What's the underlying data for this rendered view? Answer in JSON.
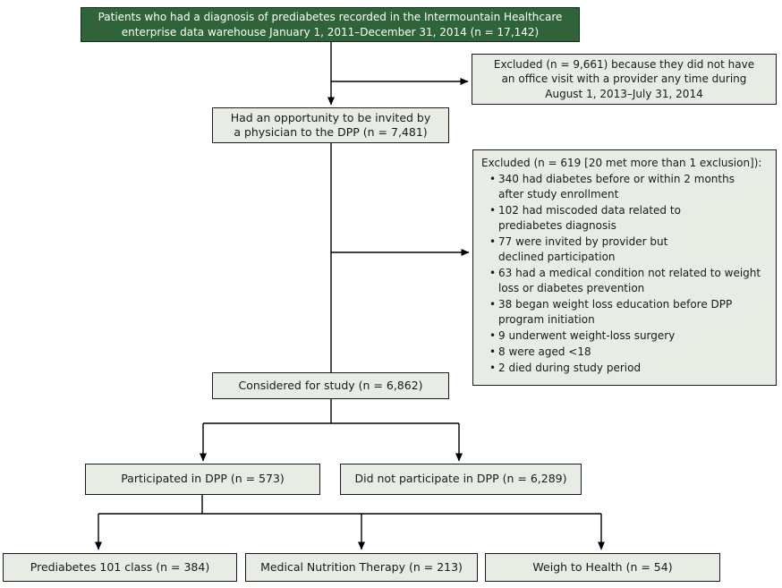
{
  "colors": {
    "source_box_bg": "#2e6438",
    "source_box_text": "#ffffff",
    "box_bg": "#e7ece4",
    "box_border": "#1a1a1a",
    "connector_line": "#000000"
  },
  "boxes": {
    "source": {
      "text": "Patients who had a diagnosis of prediabetes recorded in the Intermountain Healthcare\nenterprise data warehouse January 1, 2011–December 31, 2014 (n = 17,142)"
    },
    "excluded_no_visit": {
      "text": "Excluded (n = 9,661) because they did not have\nan office visit with a provider any time during\nAugust 1, 2013–July 31, 2014"
    },
    "opportunity": {
      "text": "Had an opportunity to be invited by\na physician to the DPP (n = 7,481)"
    },
    "excluded_study": {
      "header": "Excluded (n = 619 [20 met more than 1 exclusion]):",
      "bullet_glyph": "•",
      "bullets": [
        "340 had diabetes before or within 2 months\nafter study enrollment",
        "102 had miscoded data related to\nprediabetes diagnosis",
        "77 were invited by provider but\ndeclined participation",
        "63 had a medical condition not related to weight\nloss or diabetes prevention",
        "38 began weight loss education before DPP\nprogram initiation",
        "9 underwent weight-loss surgery",
        "8 were aged <18",
        "2 died during study period"
      ]
    },
    "considered": {
      "text": "Considered for study (n = 6,862)"
    },
    "participated": {
      "text": "Participated in DPP (n = 573)"
    },
    "not_participated": {
      "text": "Did not participate in DPP (n = 6,289)"
    },
    "prediabetes_class": {
      "text": "Prediabetes 101 class (n = 384)"
    },
    "nutrition_therapy": {
      "text": "Medical Nutrition Therapy (n = 213)"
    },
    "weigh_to_health": {
      "text": "Weigh to Health (n = 54)"
    }
  }
}
